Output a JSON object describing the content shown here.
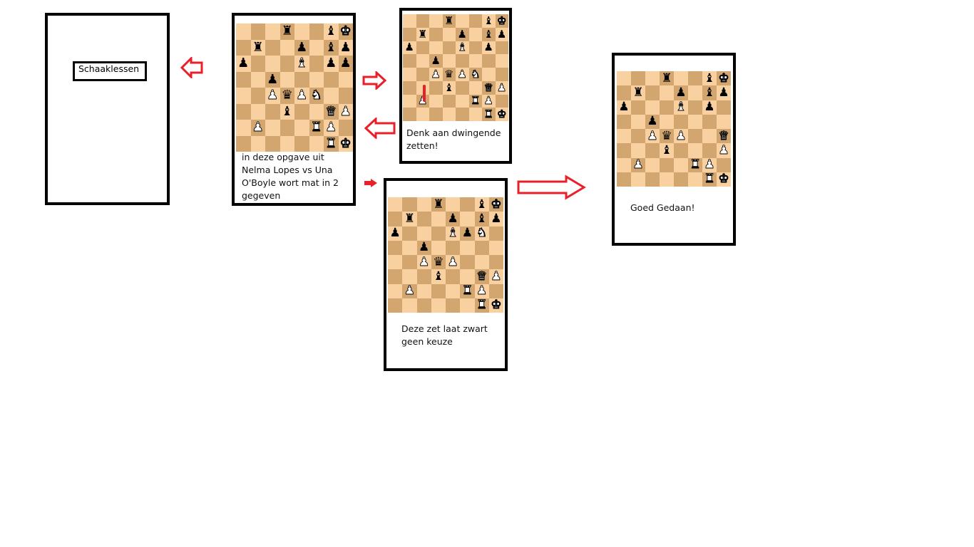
{
  "colors": {
    "frame": "#000000",
    "arrow": "#e8202a",
    "light_square": "#f9d0a0",
    "dark_square": "#d3a56f"
  },
  "icons": [
    "red-outline-arrow-left",
    "red-outline-arrow-right",
    "white-king",
    "black-king",
    "white-rook",
    "black-rook",
    "white-bishop",
    "black-bishop",
    "white-queen",
    "black-queen",
    "white-knight",
    "black-knight",
    "white-pawn",
    "black-pawn"
  ],
  "title_card": {
    "label": "Schaaklessen"
  },
  "puzzle_card": {
    "caption": "in deze opgave uit Nelma Lopes vs Una O'Boyle wort mat in 2 gegeven"
  },
  "hint_card": {
    "caption": "Denk aan dwingende zetten!"
  },
  "move_card": {
    "caption": "Deze zet laat zwart geen keuze"
  },
  "success_card": {
    "caption": "Goed Gedaan!"
  },
  "boards": {
    "puzzle": [
      "...r..bK",
      ".r..p.bp",
      "p...B.pp",
      "..p.....",
      "..PqPN..",
      "...b..QP",
      ".P...RP.",
      "......RK"
    ],
    "hint": [
      "...r..bK",
      ".r..p.bp",
      "p...B.p.",
      "..p.....",
      "..PqPN..",
      "...b..QP",
      ".P...RP.",
      "......RK"
    ],
    "move": [
      "...r..bK",
      ".r..p.bp",
      "p...BpN.",
      "..p.....",
      "..PqP...",
      "...b..QP",
      ".P...RP.",
      "......RK"
    ],
    "success": [
      "...r..bK",
      ".r..p.bp",
      "p...B.p.",
      "..p.....",
      "..PqP..Q",
      "...b...P",
      ".P...RP.",
      "......RK"
    ]
  }
}
